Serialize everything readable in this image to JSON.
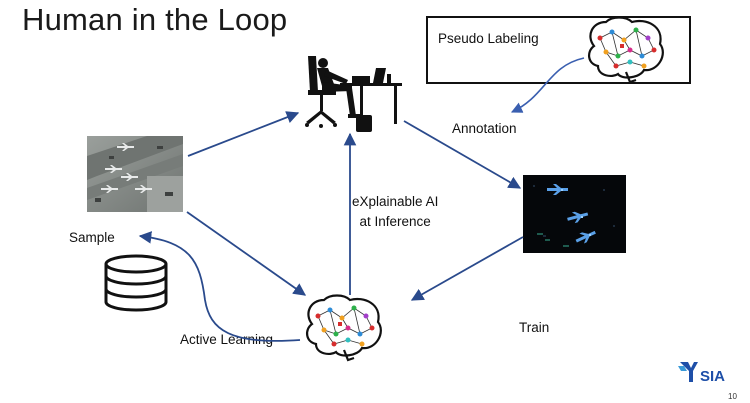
{
  "title": "Human in the Loop",
  "labels": {
    "pseudo_labeling": "Pseudo Labeling",
    "annotation": "Annotation",
    "sample": "Sample",
    "xai_line1": "eXplainable AI",
    "xai_line2": "at Inference",
    "active_learning": "Active Learning",
    "train": "Train"
  },
  "logo_text": "SIA",
  "page_number": "10",
  "colors": {
    "arrow": "#2a4a8c",
    "arrow_light": "#3a5fb0",
    "logo_blue": "#1e4fa8"
  },
  "icons": {
    "person": "person-at-desk-icon",
    "brain": "brain-network-icon",
    "database": "database-icon"
  }
}
